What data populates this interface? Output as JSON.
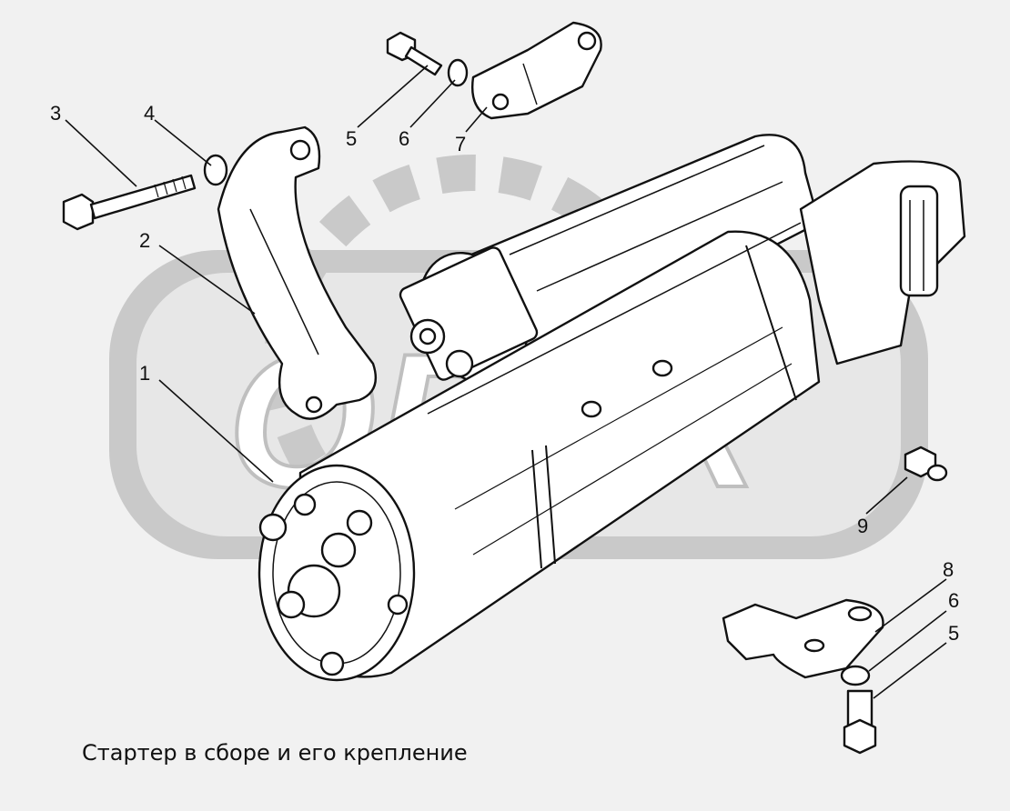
{
  "caption": "Стартер в сборе и его крепление",
  "watermark": "ОРЕХ",
  "callouts": {
    "c1": "1",
    "c2": "2",
    "c3": "3",
    "c4": "4",
    "c5a": "5",
    "c6a": "6",
    "c7": "7",
    "c8": "8",
    "c6b": "6",
    "c5b": "5",
    "c9": "9"
  },
  "colors": {
    "background": "#f1f1f1",
    "watermark": "#c8c8c8",
    "ink": "#111111",
    "body": "#ffffff"
  }
}
